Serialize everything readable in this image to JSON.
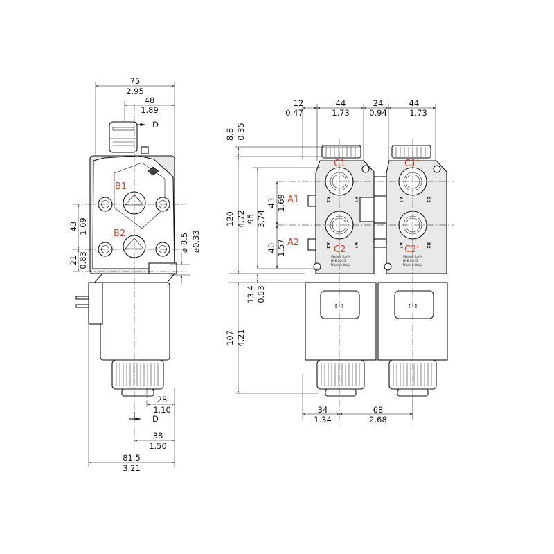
{
  "side_view": {
    "dim_75_mm": "75",
    "dim_75_in": "2.95",
    "dim_48_mm": "48",
    "dim_48_in": "1.89",
    "label_d_top": "D",
    "label_d_bottom": "D",
    "port_b1": "B1",
    "port_b2": "B2",
    "dim_43_mm": "43",
    "dim_43_in": "1.69",
    "dim_21_mm": "21",
    "dim_21_in": "0.83",
    "dim_8_5_mm": "8.5",
    "dim_8_5_in": "0.33",
    "dim_28_mm": "28",
    "dim_28_in": "1.10",
    "dim_38_mm": "38",
    "dim_38_in": "1.50",
    "dim_81_5_mm": "81.5",
    "dim_81_5_in": "3.21"
  },
  "front_view": {
    "dim_12_mm": "12",
    "dim_12_in": "0.47",
    "dim_44a_mm": "44",
    "dim_44a_in": "1.73",
    "dim_24_mm": "24",
    "dim_24_in": "0.94",
    "dim_44b_mm": "44",
    "dim_44b_in": "1.73",
    "dim_8_8_mm": "8.8",
    "dim_8_8_in": "0.35",
    "dim_120_mm": "120",
    "dim_120_in": "4.72",
    "dim_95_mm": "95",
    "dim_95_in": "3.74",
    "dim_43_mm": "43",
    "dim_43_in": "1.69",
    "dim_40_mm": "40",
    "dim_40_in": "1.57",
    "dim_13_4_mm": "13.4",
    "dim_13_4_in": "0.53",
    "dim_107_mm": "107",
    "dim_107_in": "4.21",
    "dim_34_mm": "34",
    "dim_34_in": "1.34",
    "dim_68_mm": "68",
    "dim_68_in": "2.68",
    "port_c1": "C1",
    "port_c1p": "C1'",
    "port_a1": "A1",
    "port_a2": "A2",
    "port_c2": "C2",
    "port_c2p": "C2'",
    "marks": [
      "A1",
      "B1",
      "A1",
      "B1",
      "A2",
      "B2",
      "A2",
      "B2"
    ],
    "nameplate": [
      "Walvoil S.p.A.",
      "DFE 14/23",
      "Made in Italy"
    ]
  }
}
